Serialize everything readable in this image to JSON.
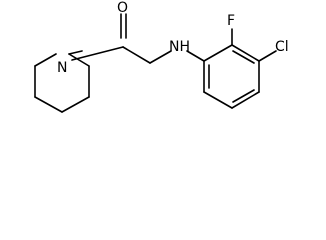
{
  "structure": {
    "atoms": {
      "oxygen": "O",
      "amine_nh": "NH",
      "ring_nitrogen": "N",
      "fluorine": "F",
      "chlorine": "Cl"
    },
    "colors": {
      "bond": "#000000",
      "label": "#000000",
      "background": "#ffffff"
    }
  }
}
